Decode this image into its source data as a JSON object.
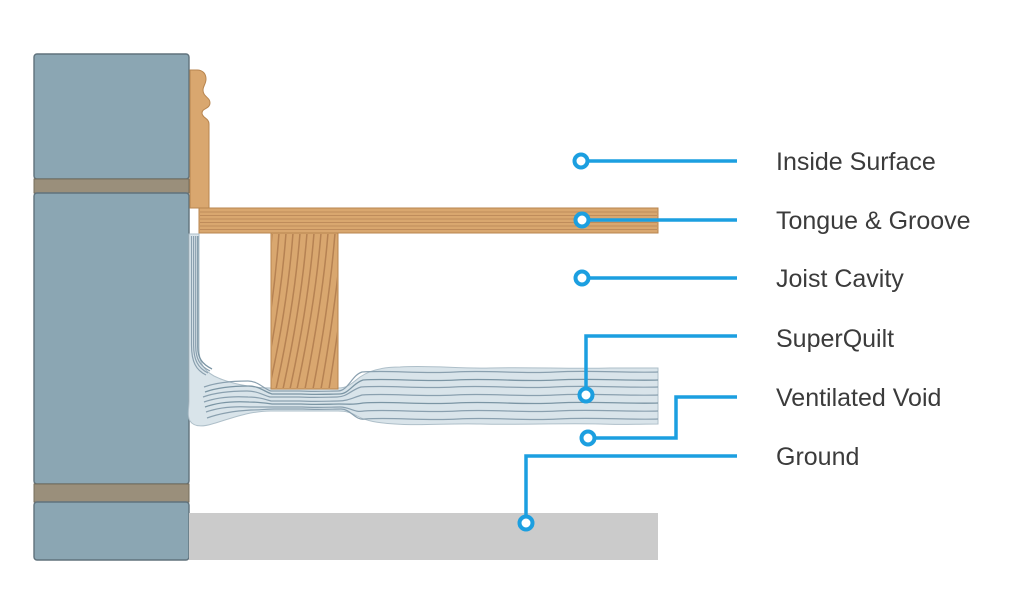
{
  "diagram": {
    "name": "floor-insulation-cross-section",
    "labels": [
      {
        "id": "inside-surface",
        "text": "Inside Surface"
      },
      {
        "id": "tongue-groove",
        "text": "Tongue & Groove"
      },
      {
        "id": "joist-cavity",
        "text": "Joist Cavity"
      },
      {
        "id": "superquilt",
        "text": "SuperQuilt"
      },
      {
        "id": "ventilated-void",
        "text": "Ventilated Void"
      },
      {
        "id": "ground",
        "text": "Ground"
      }
    ],
    "colors": {
      "leader_blue": "#1C9FE0",
      "wall_block": "#8BA6B3",
      "wall_outline": "#60727C",
      "mortar": "#9A8F7B",
      "mortar_outline": "#746C5B",
      "wood": "#D9A76F",
      "wood_edge": "#B8854F",
      "wood_grain": "#A9764A",
      "insulation_fill": "#D9E4EA",
      "insulation_line": "#8AA0AF",
      "insulation_line_dark": "#7B95A4",
      "ground": "#CBCBCB",
      "label_text": "#3B3B3B",
      "page_bg": "#FFFFFF"
    }
  }
}
